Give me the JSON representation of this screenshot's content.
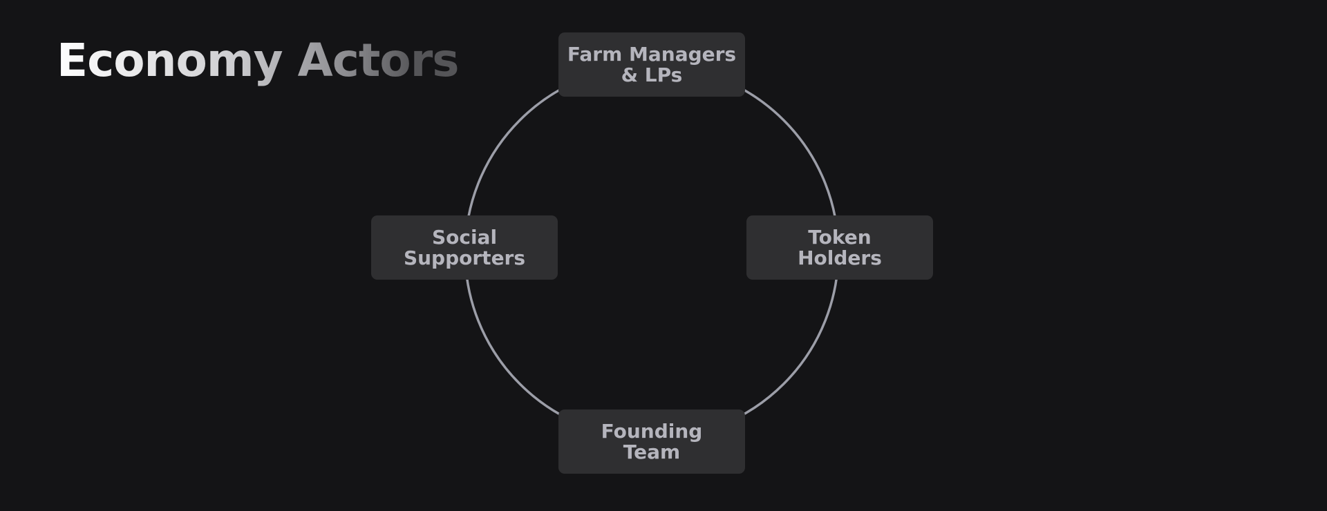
{
  "title": {
    "text": "Economy Actors"
  },
  "diagram": {
    "ring_color": "#9c9ea8",
    "node_fill": "#2f2f31",
    "label_color": "#b5b5bd",
    "actors": {
      "top": "Farm Managers\n& LPs",
      "left": "Social\nSupporters",
      "right": "Token\nHolders",
      "bottom": "Founding\nTeam"
    }
  }
}
